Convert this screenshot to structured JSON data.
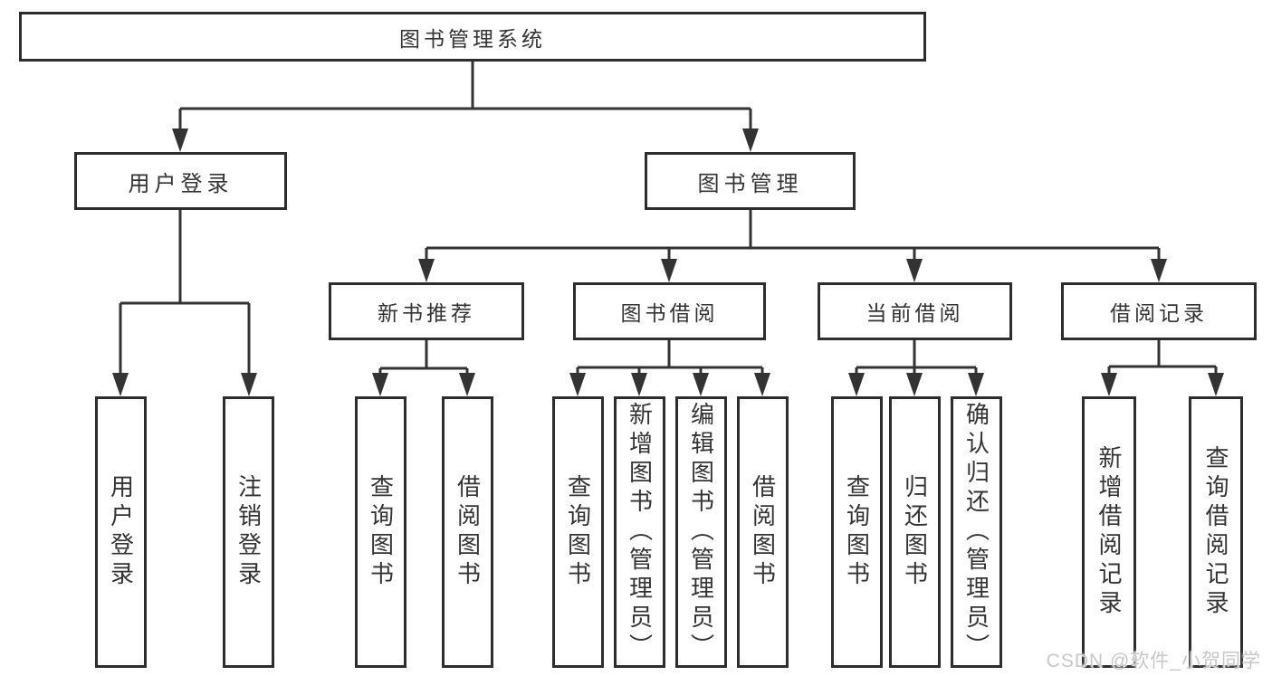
{
  "tree": {
    "root": {
      "label": "图书管理系统"
    },
    "level2": [
      {
        "label": "用户登录"
      },
      {
        "label": "图书管理"
      }
    ],
    "level3": [
      {
        "label": "新书推荐",
        "parent": "图书管理"
      },
      {
        "label": "图书借阅",
        "parent": "图书管理"
      },
      {
        "label": "当前借阅",
        "parent": "图书管理"
      },
      {
        "label": "借阅记录",
        "parent": "图书管理"
      }
    ],
    "leaves": [
      {
        "label": "用户登录",
        "parent": "用户登录"
      },
      {
        "label": "注销登录",
        "parent": "用户登录"
      },
      {
        "label": "查询图书",
        "parent": "新书推荐"
      },
      {
        "label": "借阅图书",
        "parent": "新书推荐"
      },
      {
        "label": "查询图书",
        "parent": "图书借阅"
      },
      {
        "label": "新增图书（管理员）",
        "parent": "图书借阅"
      },
      {
        "label": "编辑图书（管理员）",
        "parent": "图书借阅"
      },
      {
        "label": "借阅图书",
        "parent": "图书借阅"
      },
      {
        "label": "查询图书",
        "parent": "当前借阅"
      },
      {
        "label": "归还图书",
        "parent": "当前借阅"
      },
      {
        "label": "确认归还（管理员）",
        "parent": "当前借阅"
      },
      {
        "label": "新增借阅记录",
        "parent": "借阅记录"
      },
      {
        "label": "查询借阅记录",
        "parent": "借阅记录"
      }
    ]
  },
  "watermark": {
    "text": "CSDN @软件_小贺同学"
  },
  "colors": {
    "line": "#333333",
    "border": "#2d2d2d",
    "text": "#333333",
    "background": "#ffffff",
    "watermark": "#c7c7c7"
  }
}
